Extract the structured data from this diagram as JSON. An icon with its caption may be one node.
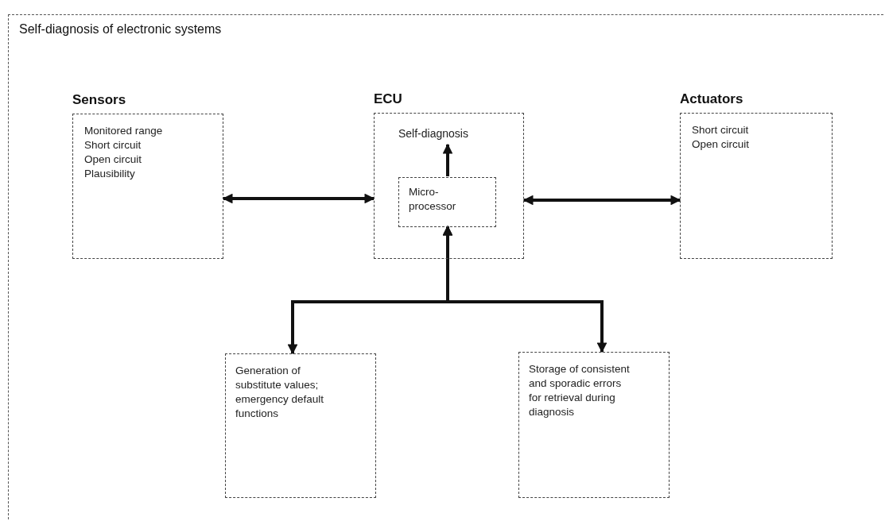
{
  "diagram": {
    "title": "Self-diagnosis of electronic systems",
    "nodes": [
      {
        "text": [
          "Sensors",
          "Monitored range",
          "Short circuit",
          "Open circuit",
          "Plausibility"
        ]
      },
      {
        "text": [
          "ECU"
        ]
      },
      {
        "text": [
          "Self-diagnosis"
        ],
        "in": 1
      },
      {
        "text": [
          "Micro-processor"
        ],
        "in": 1
      },
      {
        "text": [
          "Actuators",
          "Short circuit",
          "Open circuit"
        ]
      },
      {
        "text": [
          "Generation of substitute values; emergency default functions"
        ]
      },
      {
        "text": [
          "Storage of consistent and sporadic errors for retrieval during diagnosis"
        ]
      }
    ],
    "edges": [
      {
        "from": 0,
        "to": 1,
        "arrow": "both"
      },
      {
        "from": 1,
        "to": 4,
        "arrow": "both"
      },
      {
        "from": 3,
        "to": 2,
        "arrow": "to"
      },
      {
        "from": 3,
        "to": 5,
        "arrow": "both"
      },
      {
        "from": 3,
        "to": 6,
        "arrow": "both"
      }
    ]
  }
}
